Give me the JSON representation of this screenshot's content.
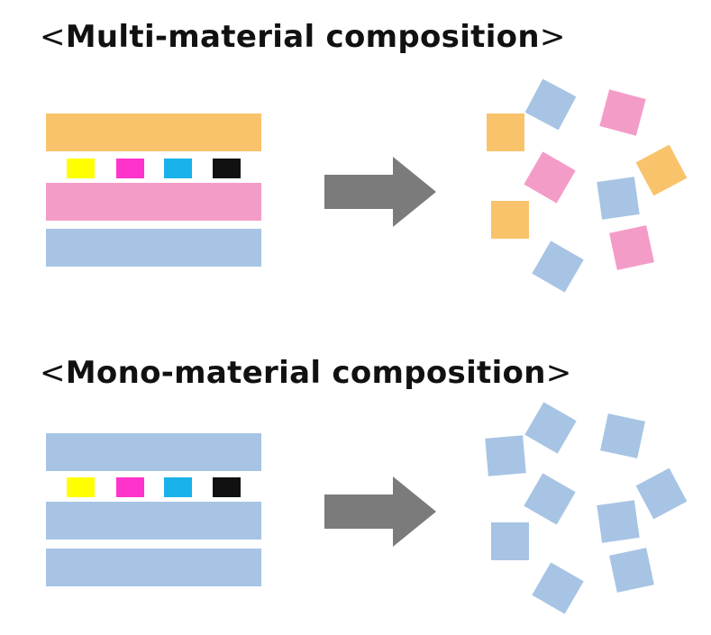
{
  "titles": {
    "multi": {
      "open": "<",
      "text": "Multi-material composition",
      "close": ">"
    },
    "mono": {
      "open": "<",
      "text": "Mono-material composition",
      "close": ">"
    }
  },
  "colors": {
    "orange": "#f9c36c",
    "pink": "#f49cc8",
    "blue": "#a7c4e4",
    "arrow": "#7b7b7b",
    "ink_yellow": "#ffff00",
    "ink_magenta": "#ff33cc",
    "ink_cyan": "#1ab2ea",
    "ink_black": "#111111",
    "title_text": "#111111"
  },
  "panels": {
    "multi": {
      "layers": [
        "orange",
        "pink",
        "blue"
      ],
      "inks": [
        "ink_yellow",
        "ink_magenta",
        "ink_cyan",
        "ink_black"
      ],
      "arrow_icon": "right-arrow-icon",
      "fragments": [
        "orange",
        "blue",
        "pink",
        "orange",
        "pink",
        "blue",
        "orange",
        "pink",
        "blue"
      ]
    },
    "mono": {
      "layers": [
        "blue",
        "blue",
        "blue"
      ],
      "inks": [
        "ink_yellow",
        "ink_magenta",
        "ink_cyan",
        "ink_black"
      ],
      "arrow_icon": "right-arrow-icon",
      "fragments": [
        "blue",
        "blue",
        "blue",
        "blue",
        "blue",
        "blue",
        "blue",
        "blue",
        "blue"
      ]
    }
  }
}
